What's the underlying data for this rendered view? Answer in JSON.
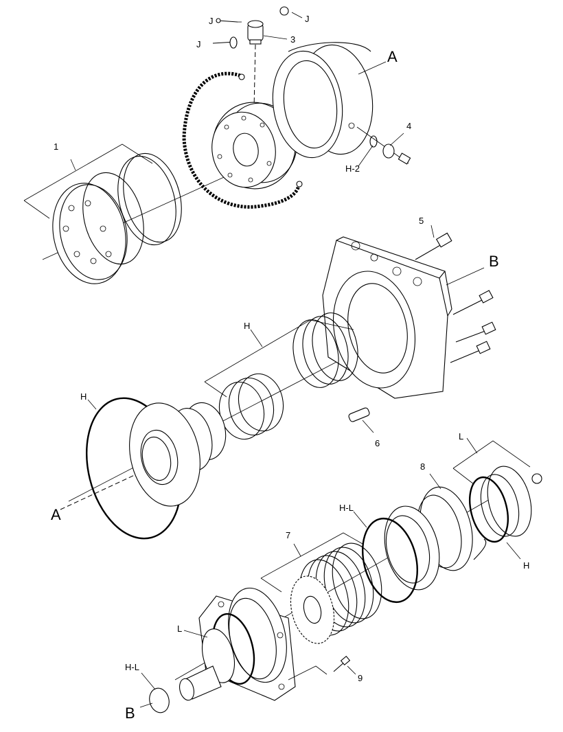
{
  "labels": {
    "j1": "J",
    "j2": "J",
    "j3": "J",
    "p3": "3",
    "a_top": "A",
    "p4": "4",
    "h2": "H-2",
    "p1": "1",
    "p5": "5",
    "b_right": "B",
    "h_mid": "H",
    "h_left": "H",
    "a_left": "A",
    "p6": "6",
    "l_top": "L",
    "p8": "8",
    "hl_mid": "H-L",
    "h_right": "H",
    "p7": "7",
    "l_bottom": "L",
    "hl_bottom": "H-L",
    "p9": "9",
    "b_bottom": "B"
  }
}
